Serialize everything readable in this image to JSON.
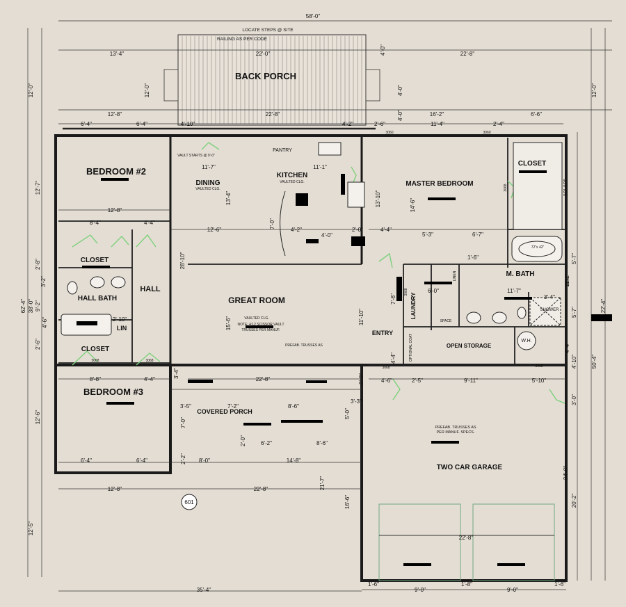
{
  "plan": {
    "top_note": "LOCATE STEPS @ SITE",
    "railing_note": "RAILING AS PER CODE",
    "overall_width": "58'-0\"",
    "rooms": {
      "back_porch": "BACK PORCH",
      "bedroom2": "BEDROOM #2",
      "dining": "DINING",
      "kitchen": "KITCHEN",
      "pantry": "PANTRY",
      "master_bedroom": "MASTER BEDROOM",
      "closet_master": "CLOSET",
      "closet_hall_top": "CLOSET",
      "hall": "HALL",
      "hall_bath": "HALL BATH",
      "lin": "LIN",
      "closet_hall_bottom": "CLOSET",
      "great_room": "GREAT ROOM",
      "laundry": "LAUNDRY",
      "m_bath": "M. BATH",
      "shower": "SHOWER",
      "entry": "ENTRY",
      "open_storage": "OPEN STORAGE",
      "wh": "W.H.",
      "bedroom3": "BEDROOM #3",
      "covered_porch": "COVERED PORCH",
      "two_car_garage": "TWO CAR GARAGE",
      "space": "SPACE",
      "optional_coat": "OPTIONAL COAT",
      "linen": "LINEN"
    },
    "notes": {
      "vaulted_dining": "VAULTED CLG.",
      "vaulted_kitchen": "VAULTED CLG.",
      "vaulted_great": "VAULTED CLG.",
      "scissor_1": "NOTE: 4:12 SCISSOR VAULT",
      "scissor_2": "TRUSSES PER MANUF.",
      "prefab_trusses": "PREFAB. TRUSSES AS",
      "garage_trusses_1": "PREFAB. TRUSSES AS",
      "garage_trusses_2": "PER MANUF. SPECS.",
      "vault_starts": "VAULT STARTS @ 9'-0\"",
      "tub": "72\"x 42\"",
      "section_tag": "601"
    },
    "door_sizes": {
      "d3060a": "3060",
      "d3060b": "3060",
      "d3068a": "3068",
      "d5068": "5068",
      "d3068b": "3068",
      "d3068c": "3068",
      "d3068d": "3068",
      "d3068e": "3068",
      "d2030": "2030"
    },
    "dimensions": {
      "top_left_1": "13'-4\"",
      "top_mid_1": "22'-0\"",
      "top_right_1": "22'-8\"",
      "top_left_2": "12'-8\"",
      "top_mid_2": "22'-8\"",
      "top_right_2a": "16'-2\"",
      "top_right_2b": "6'-6\"",
      "row3_a": "6'-4\"",
      "row3_b": "6'-4\"",
      "row3_c": "4'-10\"",
      "row3_d": "4'-2\"",
      "row3_e": "2'-6\"",
      "row3_f": "11'-4\"",
      "row3_g": "2'-4\"",
      "bed2_w": "12'-8\"",
      "dining_w": "11'-7\"",
      "kitchen_w": "11'-1\"",
      "hall_a": "8'-4\"",
      "hall_b": "4'-4\"",
      "great_w": "12'-6\"",
      "kitchen_a": "4'-2\"",
      "kitchen_b": "4'-0\"",
      "kitchen_c": "2'-0\"",
      "kitchen_d": "4'-4\"",
      "master_a": "5'-3\"",
      "master_b": "6'-7\"",
      "bath_a": "1'-6\"",
      "bath_b": "6'-0\"",
      "bath_c": "11'-7\"",
      "bath_d": "3'-4\"",
      "bed3_a": "8'-8\"",
      "bed3_b": "4'-4\"",
      "porch_w": "22'-8\"",
      "porch_a": "3'-5\"",
      "porch_b": "7'-2\"",
      "porch_c": "8'-6\"",
      "porch_d": "3'-3\"",
      "store_a": "4'-6\"",
      "store_b": "2'-5\"",
      "store_c": "9'-11\"",
      "store_d": "5'-10\"",
      "porch_e": "2'-0\"",
      "porch_f": "6'-2\"",
      "porch_g": "8'-6\"",
      "porch_h": "8'-0\"",
      "porch_i": "14'-8\"",
      "bed3_c": "6'-4\"",
      "bed3_d": "6'-4\"",
      "bottom_a": "12'-8\"",
      "bottom_b": "22'-8\"",
      "garage_w": "22'-8\"",
      "overall_bottom": "35'-4\"",
      "gar_a": "1'-6\"",
      "gar_b": "9'-0\"",
      "gar_c": "1'-8\"",
      "gar_d": "9'-0\"",
      "gar_e": "1'-6\"",
      "left_a": "12'-0\"",
      "left_b": "12'-0\"",
      "left_c": "12'-7\"",
      "left_d": "62'-4\"",
      "left_e": "38'-0\"",
      "left_f": "2'-8\"",
      "left_g": "3'-2\"",
      "left_h": "9'-2\"",
      "left_i": "4'-6\"",
      "left_j": "2'-6\"",
      "left_k": "12'-6\"",
      "left_l": "12'-5\"",
      "left_m": "28'-10\"",
      "left_n": "3'-4\"",
      "left_o": "7'-0\"",
      "left_p": "2'-2\"",
      "great_h": "15'-6\"",
      "dining_h": "13'-4\"",
      "kitchen_h": "7'-0\"",
      "right_a": "12'-0\"",
      "right_b": "10'-10\"",
      "right_c": "5'-7\"",
      "right_d": "11'-2\"",
      "right_e": "5'-7\"",
      "right_f": "4'-4\"",
      "right_g": "50'-4\"",
      "right_h": "22'-4\"",
      "right_i": "24'-0\"",
      "right_j": "20'-2\"",
      "right_k": "3'-0\"",
      "right_l": "4'-10\"",
      "porch_v1": "4'-0\"",
      "porch_v2": "4'-0\"",
      "porch_v3": "4'-0\"",
      "master_h": "14'-6\"",
      "mid_a": "13'-10\"",
      "mid_b": "11'-10\"",
      "mid_c": "21'-7\"",
      "mid_d": "16'-6\"",
      "mid_e": "5'-0\"",
      "mid_f": "2'-6\"",
      "mid_g": "7'-6\"",
      "mid_h": "4'-4\"",
      "hb_a": "2'-10\""
    }
  }
}
